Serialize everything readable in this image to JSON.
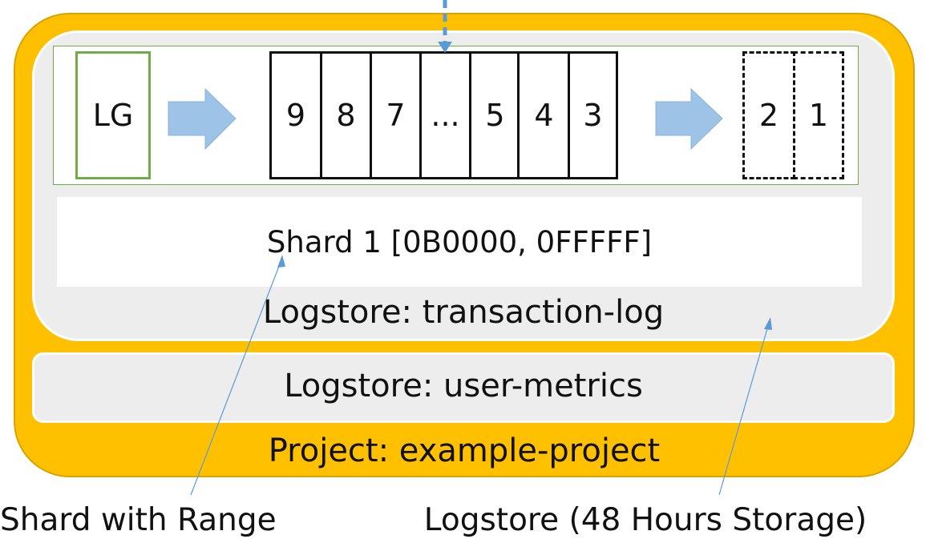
{
  "project": {
    "label": "Project: example-project"
  },
  "logstores": [
    {
      "label": "Logstore:   transaction-log"
    },
    {
      "label": "Logstore:   user-metrics"
    }
  ],
  "shard": {
    "label": "Shard 1  [0B0000, 0FFFFF]",
    "producer": "LG",
    "active_cells": [
      "9",
      "8",
      "7",
      "...",
      "5",
      "4",
      "3"
    ],
    "expired_cells": [
      "2",
      "1"
    ]
  },
  "captions": {
    "shard": "Shard with Range",
    "logstore": "Logstore (48 Hours Storage)"
  },
  "colors": {
    "project_fill": "#FFC000",
    "logstore_fill": "#EDEDED",
    "shard_border": "#70AD47",
    "arrow_fill": "#9DC3E6",
    "write_arrow": "#5B9BD5",
    "pointer_line": "#5B9BD5"
  }
}
